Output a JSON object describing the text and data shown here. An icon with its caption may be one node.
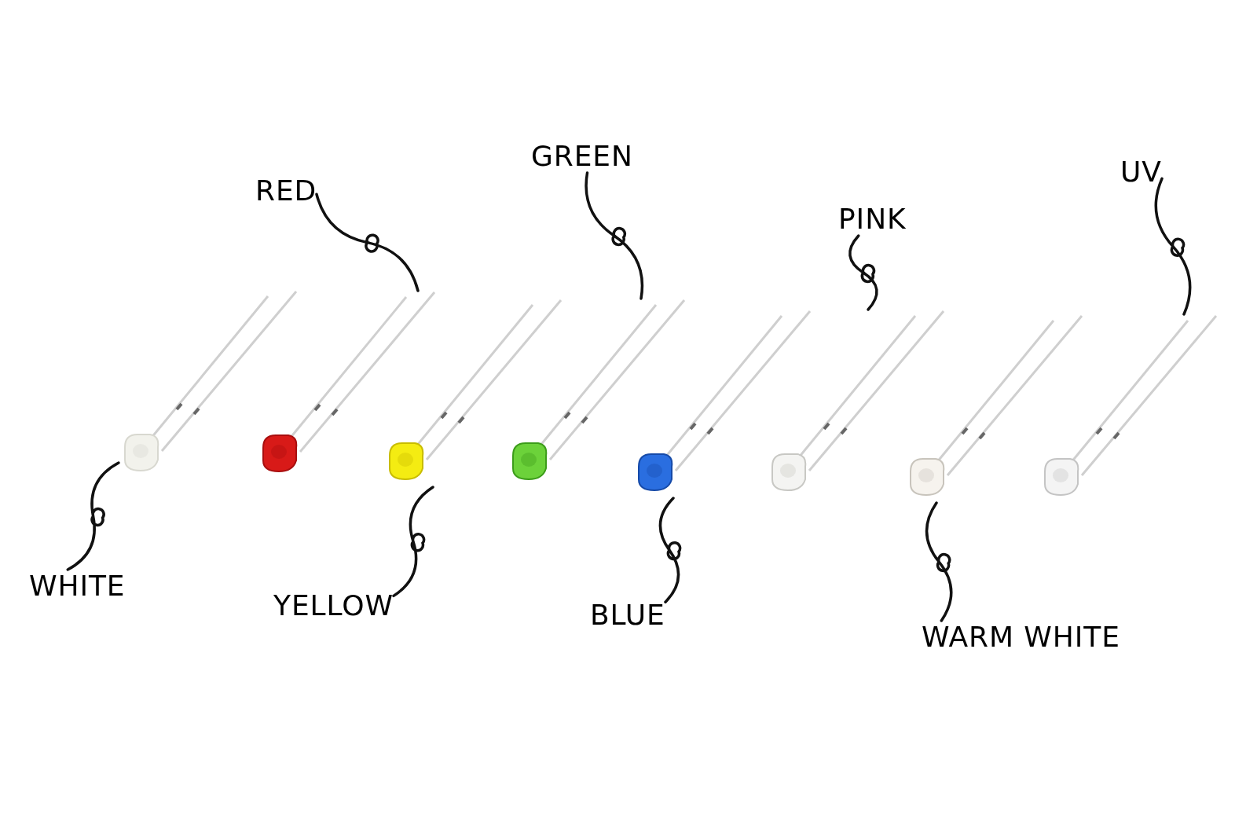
{
  "diagram": {
    "nodes": [
      {
        "text": [
          "GREEN"
        ]
      },
      {
        "text": [
          "UV"
        ]
      },
      {
        "text": [
          "RED"
        ]
      },
      {
        "text": [
          "PINK"
        ]
      },
      {
        "text": [],
        "shape": "picture"
      },
      {
        "text": [],
        "shape": "picture"
      },
      {
        "text": [],
        "shape": "picture"
      },
      {
        "text": [],
        "shape": "picture"
      },
      {
        "text": [],
        "shape": "picture"
      },
      {
        "text": [],
        "shape": "picture"
      },
      {
        "text": [],
        "shape": "picture"
      },
      {
        "text": [],
        "shape": "picture"
      },
      {
        "text": [
          "WHITE"
        ]
      },
      {
        "text": [
          "YELLOW"
        ]
      },
      {
        "text": [
          "BLUE"
        ]
      },
      {
        "text": [
          "WARM WHITE"
        ]
      }
    ],
    "edges": [
      {
        "from": 12,
        "to": 4,
        "arrow": "none"
      },
      {
        "from": 2,
        "to": 5,
        "arrow": "none"
      },
      {
        "from": 13,
        "to": 6,
        "arrow": "none"
      },
      {
        "from": 0,
        "to": 7,
        "arrow": "none"
      },
      {
        "from": 14,
        "to": 8,
        "arrow": "none"
      },
      {
        "from": 3,
        "to": 9,
        "arrow": "none"
      },
      {
        "from": 15,
        "to": 10,
        "arrow": "none"
      },
      {
        "from": 1,
        "to": 11,
        "arrow": "none"
      }
    ]
  }
}
